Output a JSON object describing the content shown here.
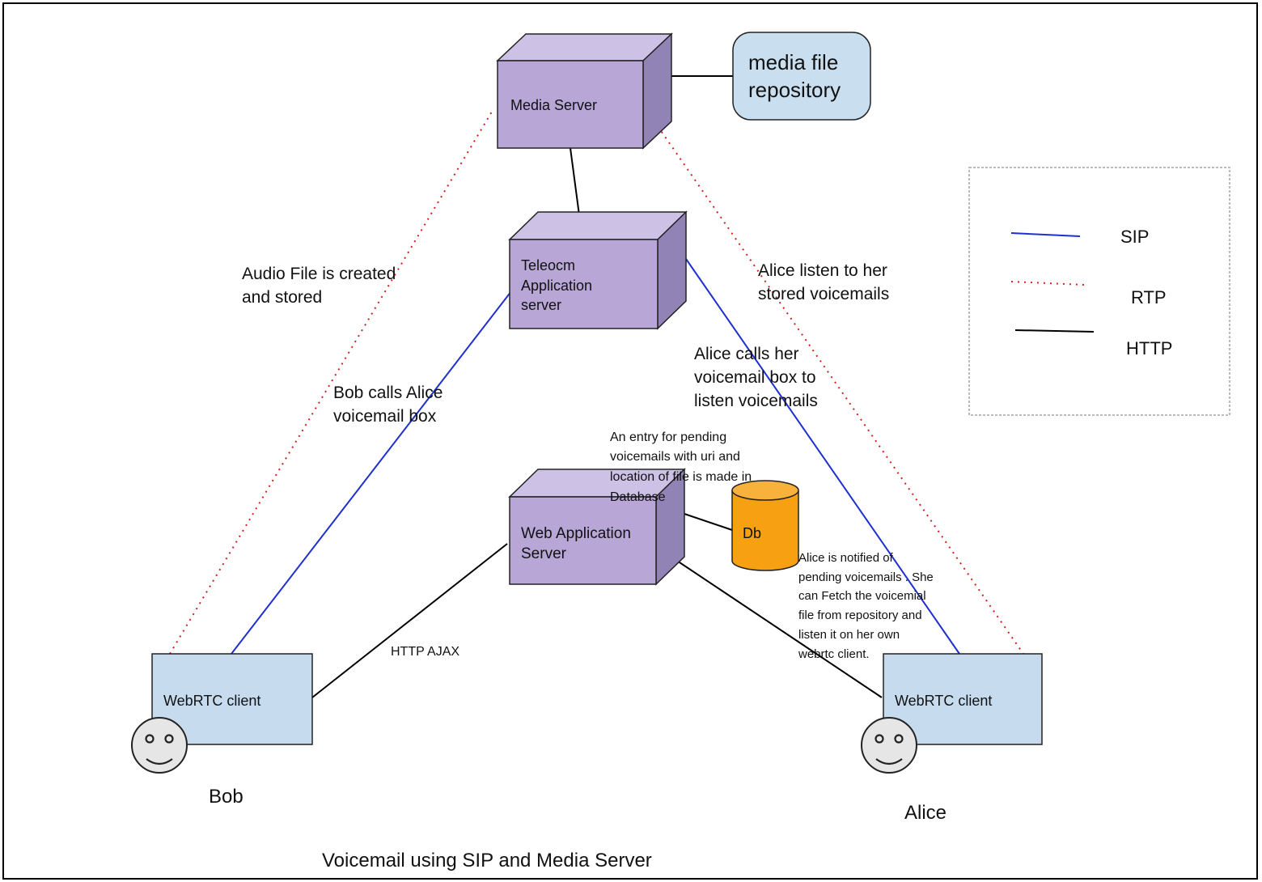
{
  "title": "Voicemail using SIP and Media Server",
  "nodes": {
    "media_server": "Media Server",
    "media_repo": [
      "media file",
      "repository"
    ],
    "telecom_app_server": [
      "Teleocm",
      "Application",
      "server"
    ],
    "web_app_server": [
      "Web Application",
      "Server"
    ],
    "db": "Db",
    "bob_client": "WebRTC client",
    "alice_client": "WebRTC client"
  },
  "people": {
    "bob": "Bob",
    "alice": "Alice"
  },
  "annotations": {
    "audio_file": [
      "Audio File is created",
      "and stored"
    ],
    "alice_listen": [
      "Alice listen to her",
      "stored voicemails"
    ],
    "alice_calls": [
      "Alice calls her",
      "voicemail box to",
      "listen voicemails"
    ],
    "bob_calls": [
      "Bob calls Alice",
      "voicemail box"
    ],
    "db_entry": [
      "An entry for pending",
      "voicemails with uri and",
      "location of file is made in",
      "Database"
    ],
    "alice_notified": [
      "Alice is notified of",
      "pending voicemails . She",
      "can Fetch the voicemial",
      "file from repository and",
      "listen it on her own",
      "webrtc client."
    ],
    "http_ajax": "HTTP AJAX"
  },
  "legend": {
    "items": [
      {
        "label": "SIP",
        "style": "solid",
        "color": "#1f2fd0"
      },
      {
        "label": "RTP",
        "style": "dotted",
        "color": "#d02020"
      },
      {
        "label": "HTTP",
        "style": "solid",
        "color": "#000000"
      }
    ]
  },
  "colors": {
    "server_front": "#b7a6d6",
    "server_top": "#cdc1e6",
    "server_side": "#9283b6",
    "client_fill": "#c6dcee",
    "repo_fill": "#c9dff0",
    "db_fill": "#f6a012",
    "sip": "#1f2fd0",
    "rtp": "#d02020",
    "http": "#000000"
  }
}
